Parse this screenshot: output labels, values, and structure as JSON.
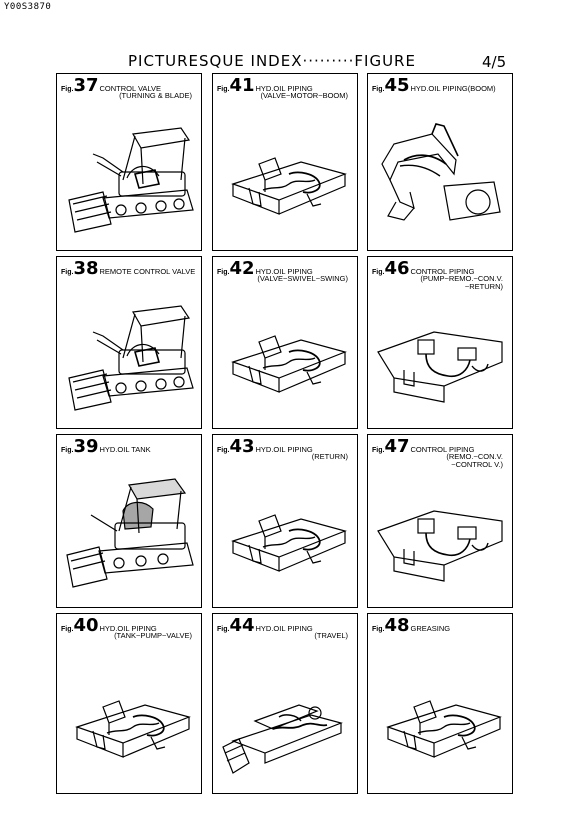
{
  "doc_id": "Y00S3870",
  "heading": {
    "title": "PICTURESQUE INDEX·········FIGURE",
    "page": "4/5"
  },
  "figures": [
    {
      "prefix": "Fig.",
      "num": "37",
      "name": "CONTROL VALVE",
      "sub": "(TURNING & BLADE)",
      "illustration": "excavator-blade-icon"
    },
    {
      "prefix": "Fig.",
      "num": "41",
      "name": "HYD.OIL PIPING",
      "sub": "(VALVE~MOTOR~BOOM)",
      "illustration": "frame-piping-icon"
    },
    {
      "prefix": "Fig.",
      "num": "45",
      "name": "HYD.OIL PIPING(BOOM)",
      "sub": "",
      "illustration": "boom-arm-icon"
    },
    {
      "prefix": "Fig.",
      "num": "38",
      "name": "REMOTE CONTROL VALVE",
      "sub": "",
      "illustration": "excavator-blade-icon"
    },
    {
      "prefix": "Fig.",
      "num": "42",
      "name": "HYD.OIL PIPING",
      "sub": "(VALVE~SWIVEL~SWING)",
      "illustration": "frame-piping-icon"
    },
    {
      "prefix": "Fig.",
      "num": "46",
      "name": "CONTROL PIPING",
      "sub": "(PUMP~REMO.~CON.V.\n~RETURN)",
      "illustration": "control-piping-icon"
    },
    {
      "prefix": "Fig.",
      "num": "39",
      "name": "HYD.OIL TANK",
      "sub": "",
      "illustration": "excavator-cab-icon"
    },
    {
      "prefix": "Fig.",
      "num": "43",
      "name": "HYD.OIL PIPING",
      "sub": "(RETURN)",
      "illustration": "frame-piping-icon"
    },
    {
      "prefix": "Fig.",
      "num": "47",
      "name": "CONTROL PIPING",
      "sub": "(REMO.~CON.V.\n~CONTROL V.)",
      "illustration": "control-piping-icon"
    },
    {
      "prefix": "Fig.",
      "num": "40",
      "name": "HYD.OIL PIPING",
      "sub": "(TANK~PUMP~VALVE)",
      "illustration": "frame-piping-icon"
    },
    {
      "prefix": "Fig.",
      "num": "44",
      "name": "HYD.OIL PIPING",
      "sub": "(TRAVEL)",
      "illustration": "undercarriage-icon"
    },
    {
      "prefix": "Fig.",
      "num": "48",
      "name": "GREASING",
      "sub": "",
      "illustration": "frame-piping-icon"
    }
  ]
}
